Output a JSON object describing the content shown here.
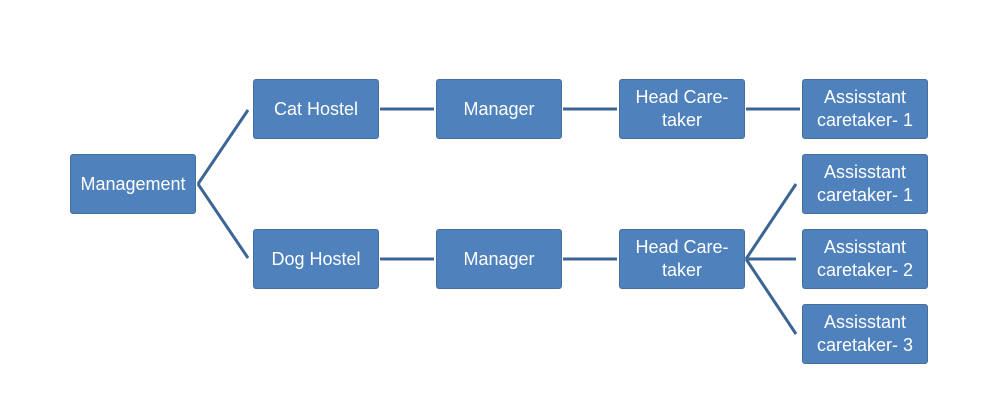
{
  "colors": {
    "node_fill": "#4f81bd",
    "connector": "#3c6595",
    "text": "#ffffff"
  },
  "nodes": {
    "management": "Management",
    "cat_hostel": "Cat Hostel",
    "cat_manager": "Manager",
    "cat_head": "Head Care-\ntaker",
    "cat_assistant_1": "Assisstant\ncaretaker- 1",
    "dog_hostel": "Dog Hostel",
    "dog_manager": "Manager",
    "dog_head": "Head Care-\ntaker",
    "dog_assistant_1": "Assisstant\ncaretaker- 1",
    "dog_assistant_2": "Assisstant\ncaretaker- 2",
    "dog_assistant_3": "Assisstant\ncaretaker- 3"
  }
}
